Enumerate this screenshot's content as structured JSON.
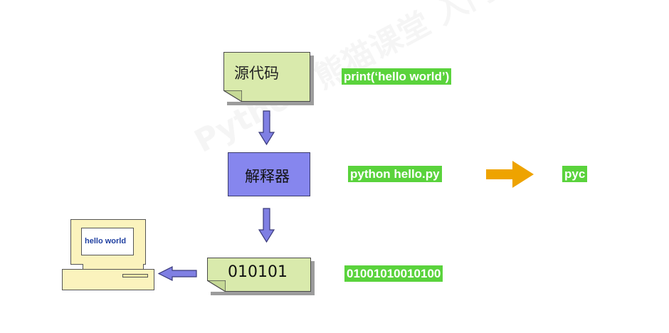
{
  "diagram": {
    "source_label": "源代码",
    "interpreter_label": "解释器",
    "binary_label": "010101",
    "print_code": "print(‘hello world’)",
    "run_command": "python  hello.py",
    "compiled_label": "pyc",
    "binary_output": "01001010010100",
    "screen_text": "hello world",
    "watermark": "Python 熊猫课堂 入门动画课"
  },
  "colors": {
    "note_fill": "#d9eaac",
    "interpreter_fill": "#8686ee",
    "tag_fill": "#5ad33c",
    "arrow_blue": "#7f7fe3",
    "arrow_orange": "#eea300",
    "computer_fill": "#fbf3bd"
  },
  "icons": [
    "arrow-down-icon",
    "arrow-left-icon",
    "arrow-right-icon",
    "computer-icon"
  ]
}
